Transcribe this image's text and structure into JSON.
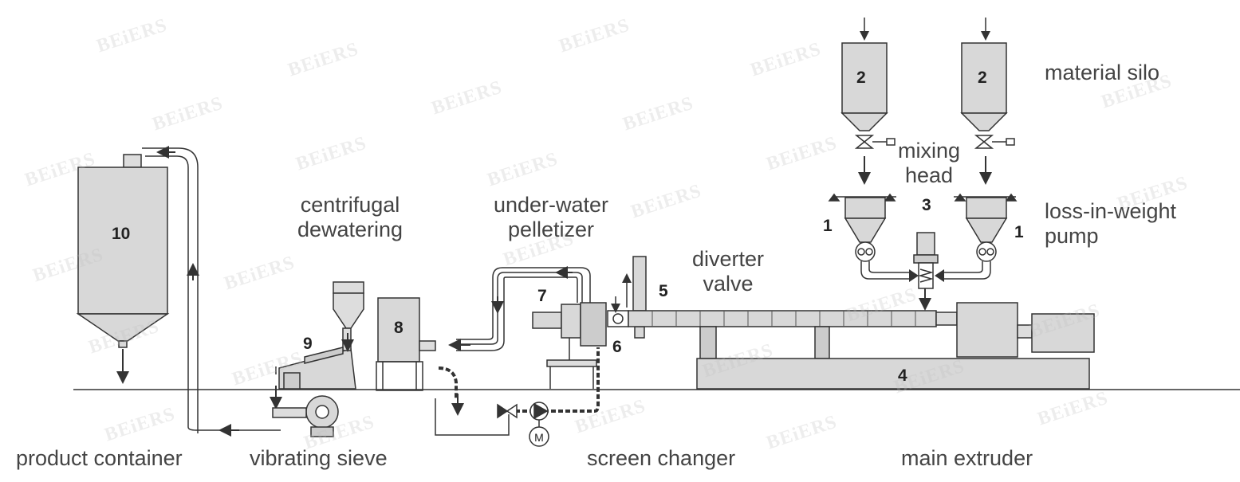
{
  "labels": {
    "material_silo": "material silo",
    "mixing_head": "mixing head",
    "loss_in_weight_pump": "loss-in-weight pump",
    "centrifugal_dewatering": "centrifugal dewatering",
    "under_water_pelletizer": "under-water pelletizer",
    "diverter_valve": "diverter valve",
    "product_container": "product container",
    "vibrating_sieve": "vibrating sieve",
    "screen_changer": "screen changer",
    "main_extruder": "main extruder"
  },
  "numbers": {
    "feeder_left": "1",
    "feeder_right": "1",
    "silo_left": "2",
    "silo_right": "2",
    "mixing_head": "3",
    "main_extruder": "4",
    "diverter_valve": "5",
    "screen_changer": "6",
    "pelletizer": "7",
    "dewatering": "8",
    "sieve": "9",
    "product_container": "10"
  },
  "motor_symbol": "M",
  "watermark": "BEiERS"
}
